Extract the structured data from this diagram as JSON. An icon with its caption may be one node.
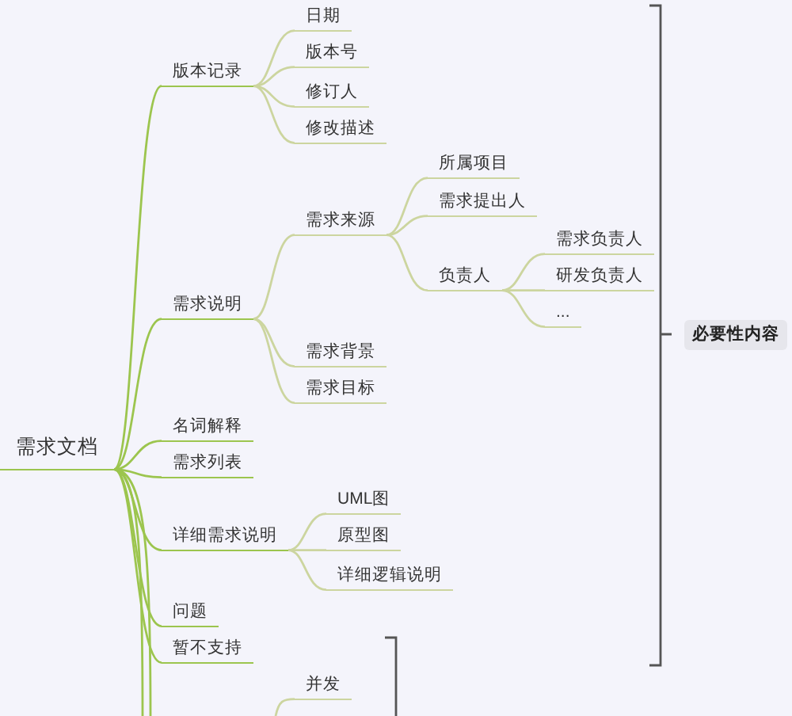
{
  "diagram": {
    "nodes": [
      {
        "text": [
          "需求文档"
        ]
      },
      {
        "text": [
          "版本记录"
        ]
      },
      {
        "text": [
          "日期"
        ]
      },
      {
        "text": [
          "版本号"
        ]
      },
      {
        "text": [
          "修订人"
        ]
      },
      {
        "text": [
          "修改描述"
        ]
      },
      {
        "text": [
          "需求说明"
        ]
      },
      {
        "text": [
          "需求来源"
        ]
      },
      {
        "text": [
          "所属项目"
        ]
      },
      {
        "text": [
          "需求提出人"
        ]
      },
      {
        "text": [
          "负责人"
        ]
      },
      {
        "text": [
          "需求负责人"
        ]
      },
      {
        "text": [
          "研发负责人"
        ]
      },
      {
        "text": [
          "..."
        ]
      },
      {
        "text": [
          "需求背景"
        ]
      },
      {
        "text": [
          "需求目标"
        ]
      },
      {
        "text": [
          "名词解释"
        ]
      },
      {
        "text": [
          "需求列表"
        ]
      },
      {
        "text": [
          "详细需求说明"
        ]
      },
      {
        "text": [
          "UML图"
        ]
      },
      {
        "text": [
          "原型图"
        ]
      },
      {
        "text": [
          "详细逻辑说明"
        ]
      },
      {
        "text": [
          "问题"
        ]
      },
      {
        "text": [
          "暂不支持"
        ]
      },
      {
        "text": [
          "并发"
        ]
      },
      {
        "text": [
          "必要性内容"
        ]
      }
    ],
    "edges": [
      {
        "from": 0,
        "to": 1,
        "arrow": "none",
        "color": "#9cc54e"
      },
      {
        "from": 1,
        "to": 2,
        "arrow": "none"
      },
      {
        "from": 1,
        "to": 3,
        "arrow": "none"
      },
      {
        "from": 1,
        "to": 4,
        "arrow": "none"
      },
      {
        "from": 1,
        "to": 5,
        "arrow": "none"
      },
      {
        "from": 0,
        "to": 6,
        "arrow": "none",
        "color": "#9cc54e"
      },
      {
        "from": 6,
        "to": 7,
        "arrow": "none"
      },
      {
        "from": 7,
        "to": 8,
        "arrow": "none"
      },
      {
        "from": 7,
        "to": 9,
        "arrow": "none"
      },
      {
        "from": 7,
        "to": 10,
        "arrow": "none"
      },
      {
        "from": 10,
        "to": 11,
        "arrow": "none"
      },
      {
        "from": 10,
        "to": 12,
        "arrow": "none"
      },
      {
        "from": 10,
        "to": 13,
        "arrow": "none"
      },
      {
        "from": 6,
        "to": 14,
        "arrow": "none"
      },
      {
        "from": 6,
        "to": 15,
        "arrow": "none"
      },
      {
        "from": 0,
        "to": 16,
        "arrow": "none",
        "color": "#9cc54e"
      },
      {
        "from": 0,
        "to": 17,
        "arrow": "none",
        "color": "#9cc54e"
      },
      {
        "from": 0,
        "to": 18,
        "arrow": "none",
        "color": "#9cc54e"
      },
      {
        "from": 18,
        "to": 19,
        "arrow": "none"
      },
      {
        "from": 18,
        "to": 20,
        "arrow": "none"
      },
      {
        "from": 18,
        "to": 21,
        "arrow": "none"
      },
      {
        "from": 0,
        "to": 22,
        "arrow": "none",
        "color": "#9cc54e"
      },
      {
        "from": 0,
        "to": 23,
        "arrow": "none",
        "color": "#9cc54e"
      },
      {
        "from": 0,
        "to": null,
        "arrow": "none",
        "color": "#9cc54e"
      },
      {
        "from": 0,
        "to": null,
        "arrow": "none",
        "color": "#9cc54e"
      },
      {
        "from": null,
        "to": 24,
        "arrow": "none"
      }
    ]
  }
}
